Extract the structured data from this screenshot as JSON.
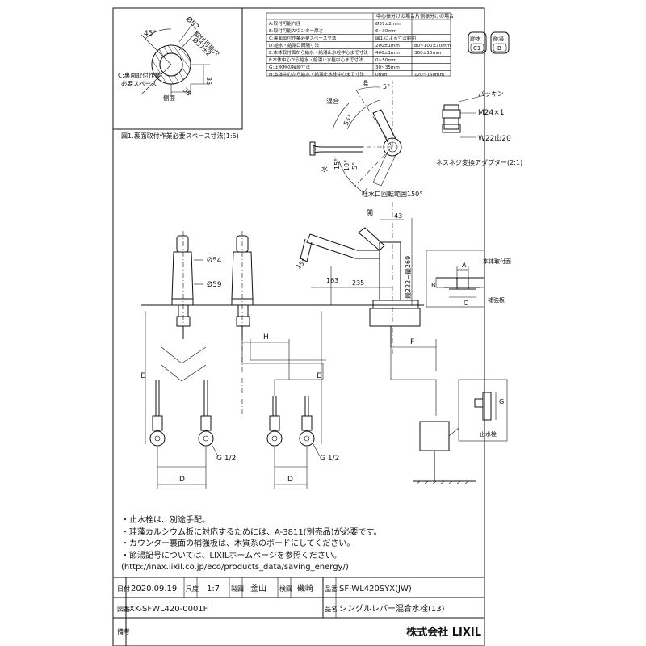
{
  "inset": {
    "caption": "図1.裏面取付作業必要スペース寸法(1:5)",
    "angle": "45°",
    "dia1": "Ø82",
    "dia2": "Ø37±2",
    "label_fix": "取付可能穴",
    "label_space1": "C:裏面取付作業",
    "label_space2": "必要スペース",
    "side": "側面",
    "dim35": "35",
    "dim38": "38"
  },
  "spec_table": {
    "headers": [
      "中心振分けの場合",
      "片側振分けの場合"
    ],
    "rows": [
      {
        "label": "A:取付可能穴径",
        "v1": "Ø37±2mm",
        "v2": ""
      },
      {
        "label": "B:取付可能カウンター厚さ",
        "v1": "6~30mm",
        "v2": ""
      },
      {
        "label": "C:裏面取付作業必要スペース寸法",
        "v1": "図1.による寸法範囲",
        "v2": ""
      },
      {
        "label": "D:給水・給湯口間隔寸法",
        "v1": "200±1mm",
        "v2": "80~100±10mm"
      },
      {
        "label": "E:本体取付面から給水・給湯止水栓中心まで寸法",
        "v1": "400±1mm",
        "v2": "360±10mm"
      },
      {
        "label": "F:本体中心から給水・給湯止水栓中心まで寸法",
        "v1": "0~50mm",
        "v2": ""
      },
      {
        "label": "G:止水栓の接続寸法",
        "v1": "30~35mm",
        "v2": ""
      },
      {
        "label": "H:本体中心から給水・給湯止水栓中心まで寸法",
        "v1": "0mm",
        "v2": "120~150mm"
      }
    ]
  },
  "badges": {
    "c1_top": "節水",
    "c1_mid": "C1",
    "b_top": "節湯",
    "b_mid": "B"
  },
  "top_view": {
    "label_hot": "湯",
    "label_mix": "混合",
    "label_water": "水",
    "angle5": "5°",
    "angle55": "55°",
    "angle15": "15°",
    "angle10": "10°",
    "angle5b": "5°",
    "rotation": "吐水口回転範囲150°"
  },
  "adapter": {
    "packing": "パッキン",
    "m24": "M24×1",
    "w22": "W22山20",
    "caption": "ネスネジ変換アダプター(2:1)"
  },
  "side_view": {
    "open": "開",
    "d43": "43",
    "d15": "15°",
    "d163": "163",
    "d235": "235",
    "dmax": "最222~最269"
  },
  "front_view": {
    "d54": "Ø54",
    "d59": "Ø59",
    "E": "E",
    "H": "H",
    "F": "F",
    "D": "D",
    "g12": "G 1/2"
  },
  "counter_detail": {
    "A": "A",
    "B": "B",
    "C": "C",
    "face": "本体取付面",
    "reinforce": "補強板"
  },
  "stop_valve": {
    "G": "G",
    "label": "止水栓"
  },
  "notes": [
    "・止水栓は、別途手配。",
    "・珪藻カルシウム板に対応するためには、A-3811(別売品)が必要です。",
    "・カウンター裏面の補強板は、木質系のボードにしてください。",
    "・節湯記号については、LIXILホームページを参照ください。",
    "(http://inax.lixil.co.jp/eco/products_data/saving_energy/)"
  ],
  "title_block": {
    "date_label": "日付",
    "date": "2020.09.19",
    "scale_label": "尺度",
    "scale": "1:7",
    "drawn_label": "製図",
    "drawn": "釜山",
    "checked_label": "検図",
    "checked": "磯崎",
    "part_no_label": "品番",
    "part_no": "SF-WL420SYX(JW)",
    "drawing_no_label": "図番",
    "drawing_no": "XK-SFWL420-0001F",
    "name_label": "品名",
    "name": "シングルレバー混合水栓(13)",
    "remarks_label": "備考",
    "company": "株式会社 LIXIL"
  }
}
